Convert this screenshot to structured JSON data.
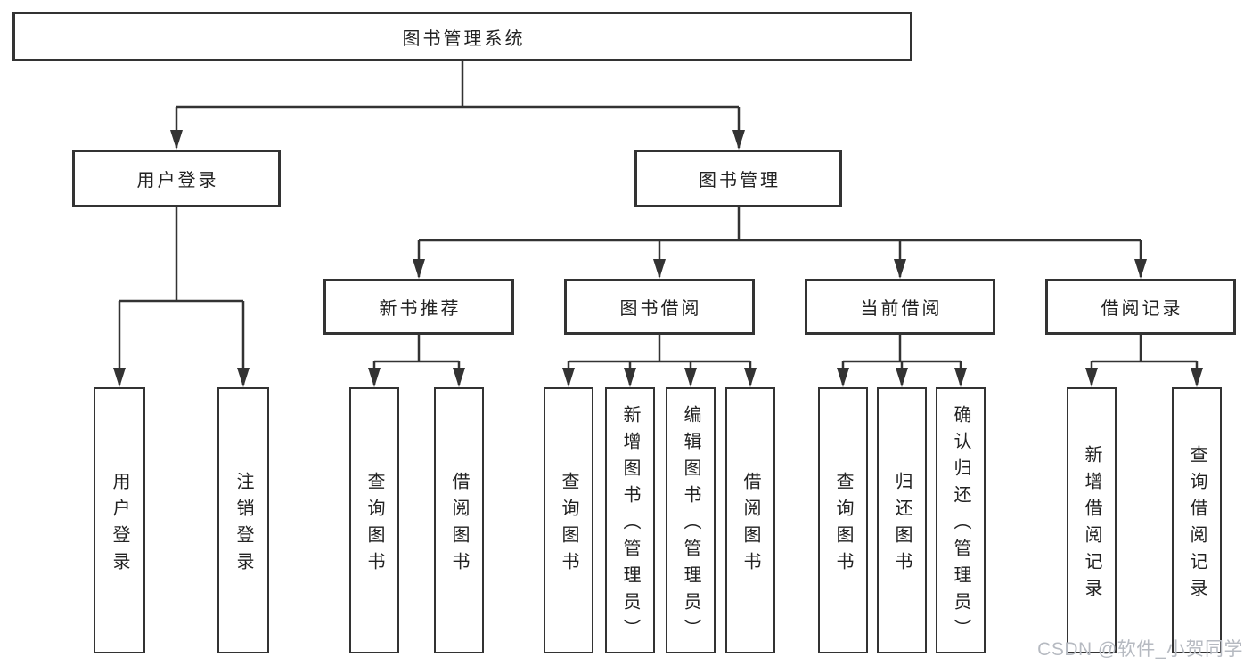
{
  "diagram": {
    "root": {
      "label": "图书管理系统"
    },
    "level2": [
      {
        "label": "用户登录",
        "children": [
          {
            "label": "用户登录"
          },
          {
            "label": "注销登录"
          }
        ]
      },
      {
        "label": "图书管理",
        "children": [
          {
            "label": "新书推荐",
            "children": [
              {
                "label": "查询图书"
              },
              {
                "label": "借阅图书"
              }
            ]
          },
          {
            "label": "图书借阅",
            "children": [
              {
                "label": "查询图书"
              },
              {
                "label": "新增图书（管理员）"
              },
              {
                "label": "编辑图书（管理员）"
              },
              {
                "label": "借阅图书"
              }
            ]
          },
          {
            "label": "当前借阅",
            "children": [
              {
                "label": "查询图书"
              },
              {
                "label": "归还图书"
              },
              {
                "label": "确认归还（管理员）"
              }
            ]
          },
          {
            "label": "借阅记录",
            "children": [
              {
                "label": "新增借阅记录"
              },
              {
                "label": "查询借阅记录"
              }
            ]
          }
        ]
      }
    ]
  },
  "watermark": {
    "text": "CSDN @软件_小贺同学"
  },
  "colors": {
    "line": "#333333",
    "text": "#222222",
    "watermark": "#b6bac1",
    "background": "#ffffff"
  }
}
